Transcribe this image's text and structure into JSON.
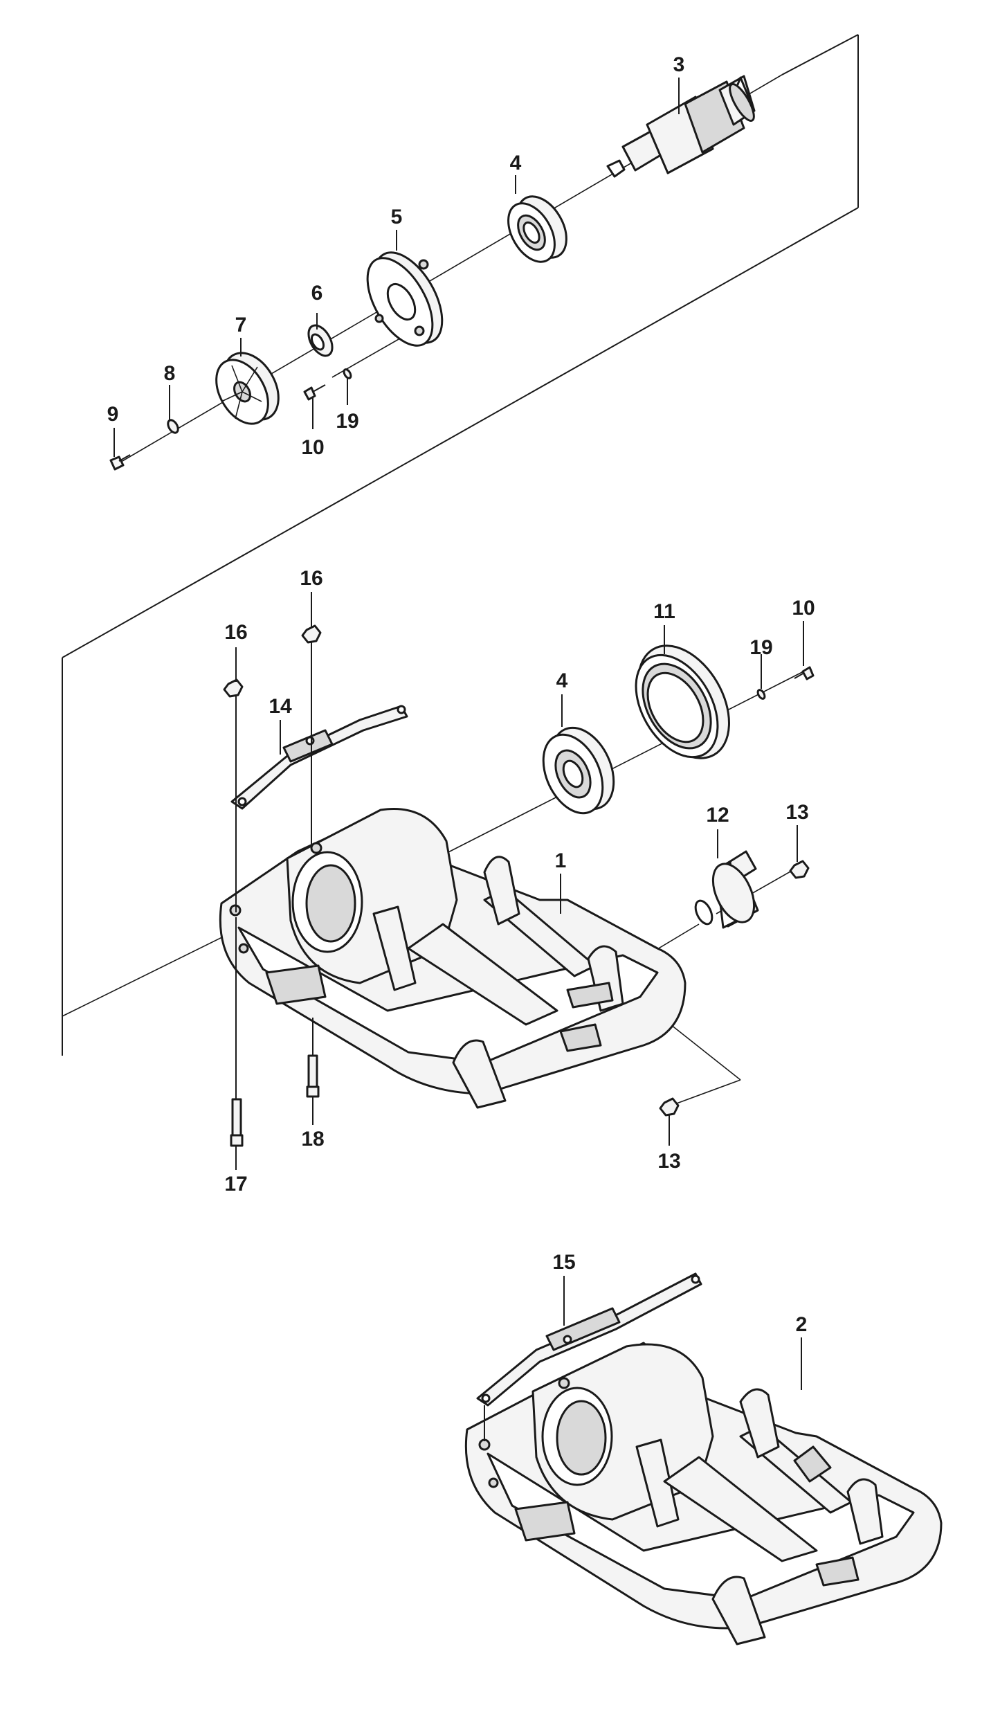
{
  "callouts": {
    "c1": "1",
    "c2": "2",
    "c3": "3",
    "c4a": "4",
    "c4b": "4",
    "c5": "5",
    "c6": "6",
    "c7": "7",
    "c8": "8",
    "c9": "9",
    "c10a": "10",
    "c10b": "10",
    "c11": "11",
    "c12": "12",
    "c13a": "13",
    "c13b": "13",
    "c14": "14",
    "c15": "15",
    "c16a": "16",
    "c16b": "16",
    "c17": "17",
    "c18": "18",
    "c19a": "19",
    "c19b": "19"
  }
}
